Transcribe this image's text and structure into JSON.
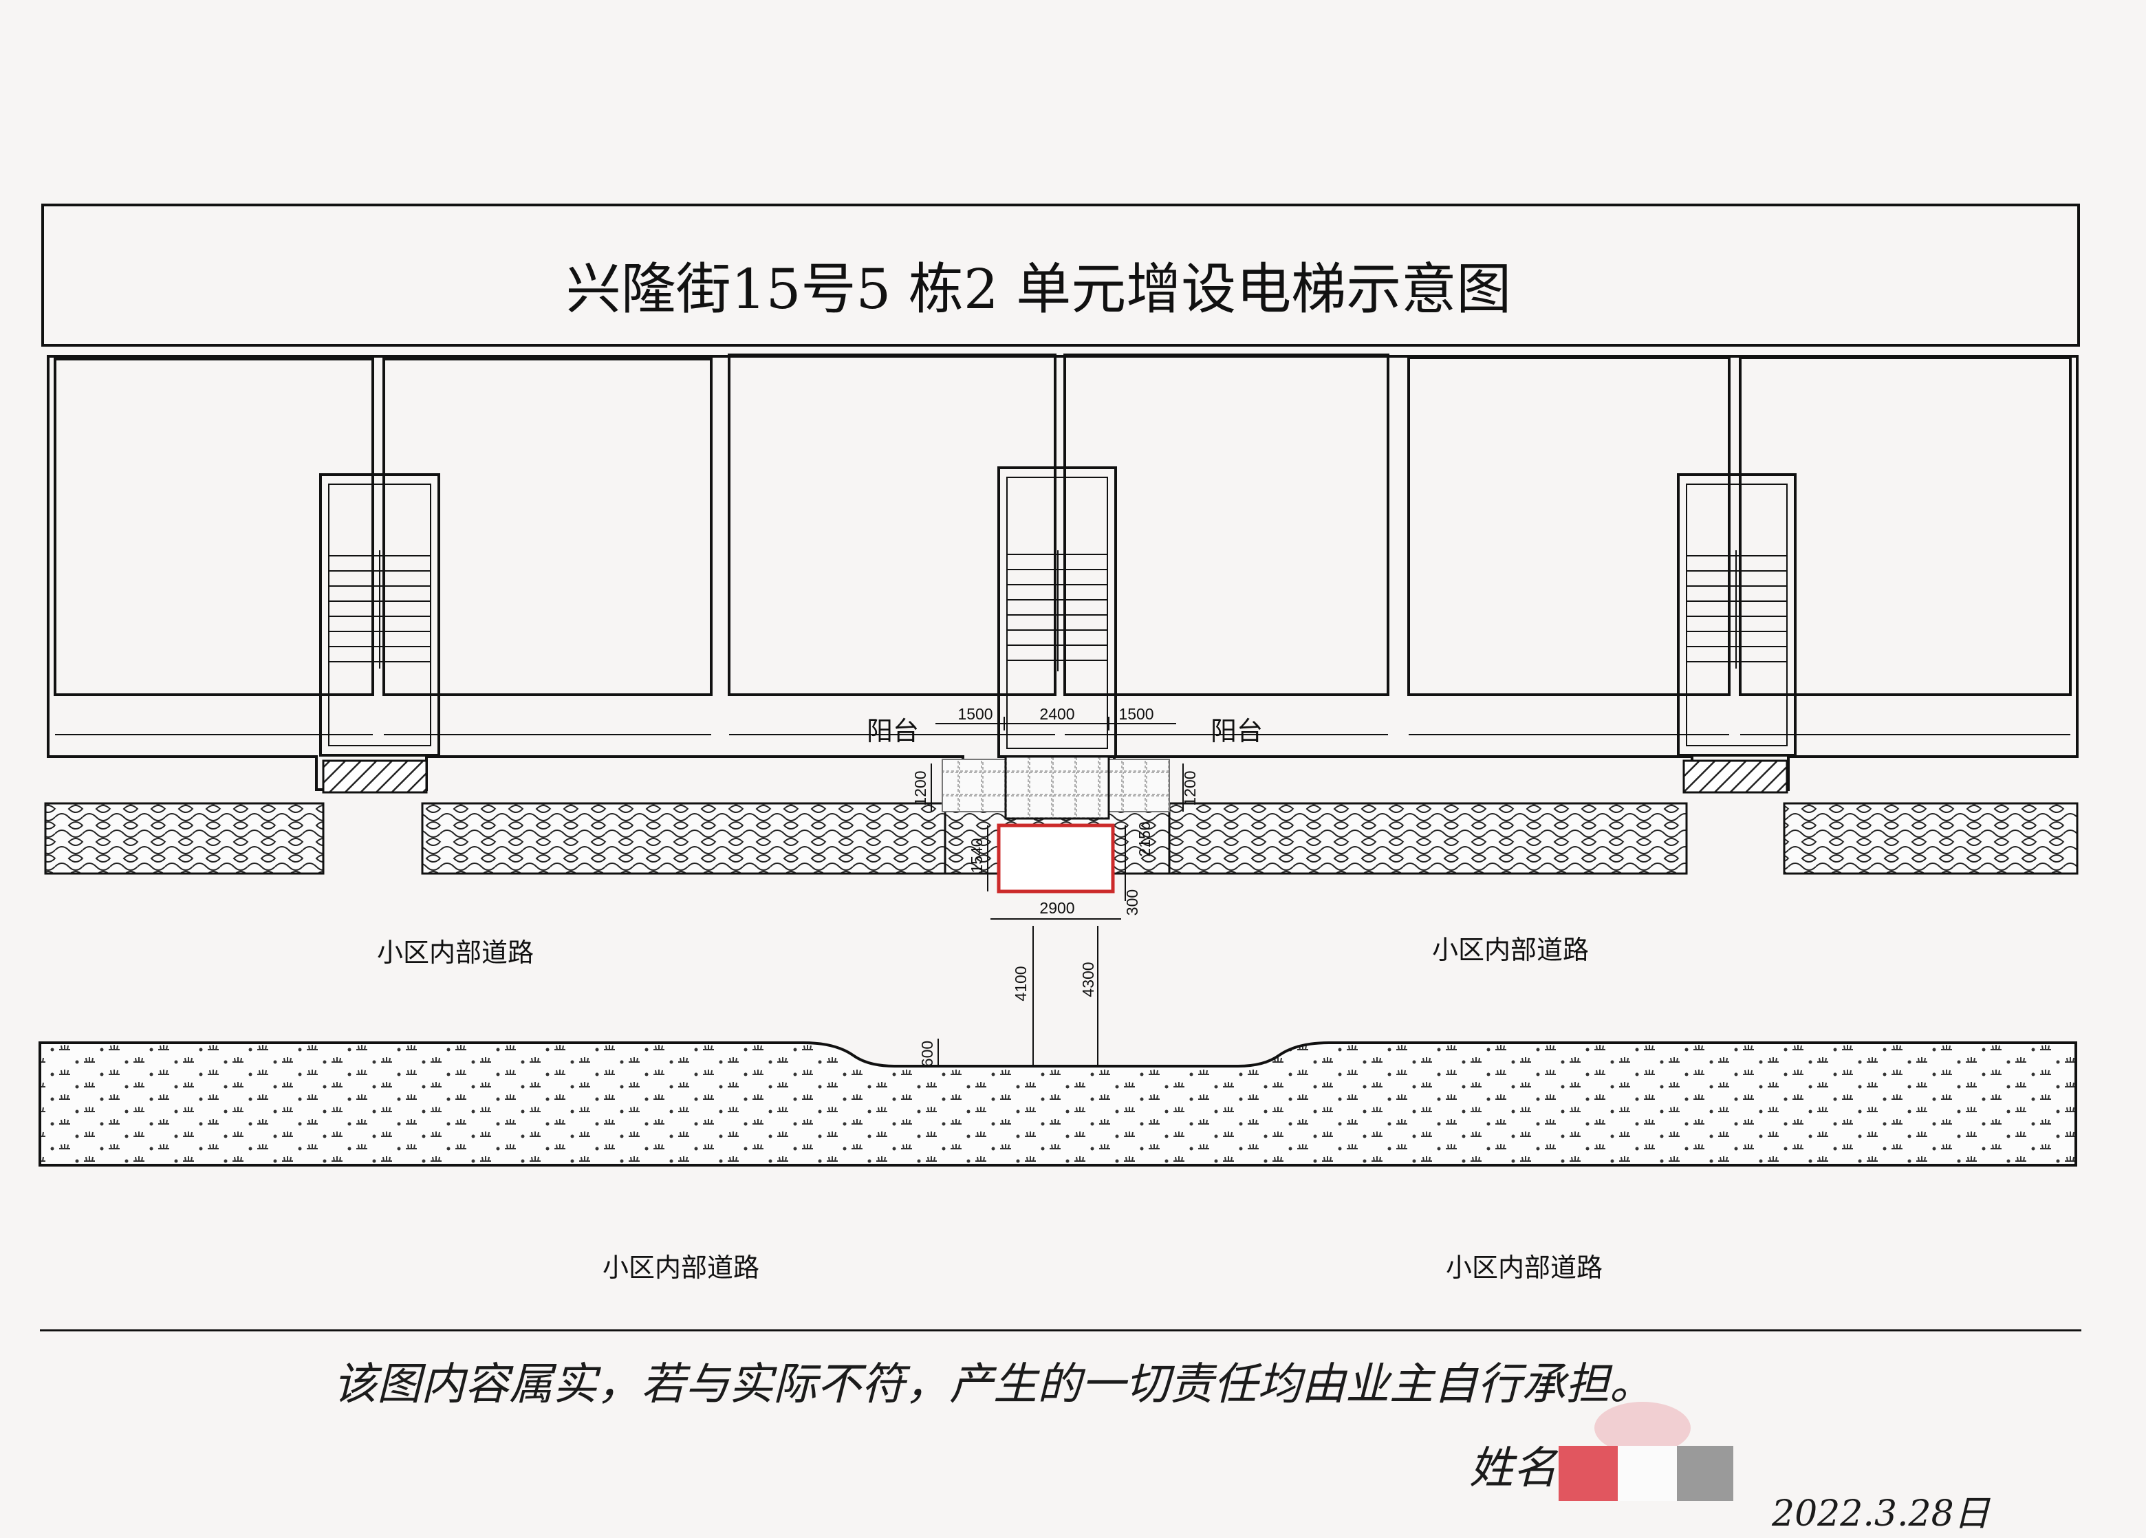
{
  "title": "兴隆街15号5 栋2 单元增设电梯示意图",
  "labels": {
    "balcony_left": "阳台",
    "balcony_right": "阳台",
    "road_upper_left": "小区内部道路",
    "road_upper_right": "小区内部道路",
    "road_lower_left": "小区内部道路",
    "road_lower_right": "小区内部道路"
  },
  "dimensions": {
    "d1500_left": "1500",
    "d2400": "2400",
    "d1500_right": "1500",
    "d1200_left": "1200",
    "d1200_right": "1200",
    "d1540": "1540",
    "d2150": "2150",
    "d2900": "2900",
    "d300": "300",
    "d4100": "4100",
    "d4300": "4300",
    "d600": "600"
  },
  "statement": "该图内容属实，若与实际不符，产生的一切责任均由业主自行承担。",
  "signature_label": "姓名",
  "date": "2022.3.28日",
  "colors": {
    "ink": "#111111",
    "elevator": "#cc2a2a",
    "seal": "#e0606a",
    "redact_red": "#e1565f",
    "redact_gray": "#9a9a9a"
  }
}
